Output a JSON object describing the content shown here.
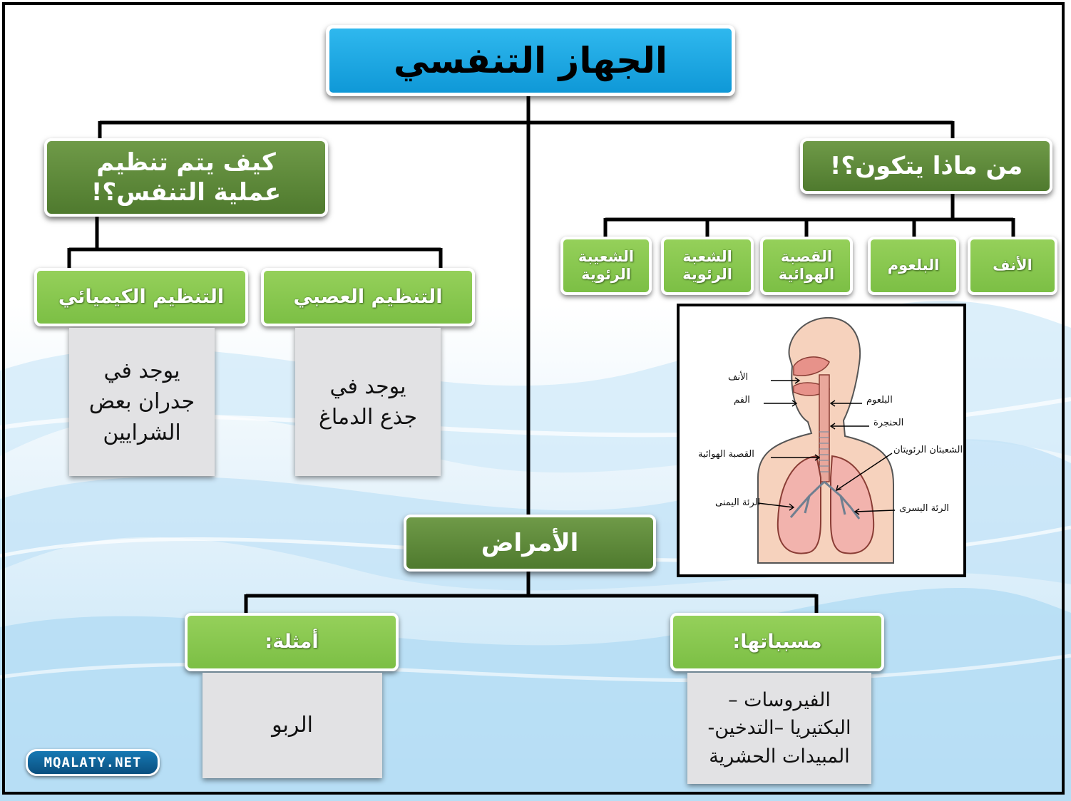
{
  "title": "الجهاز التنفسي",
  "composition": {
    "header": "من ماذا يتكون؟!",
    "parts": [
      "الأنف",
      "البلعوم",
      "القصبة الهوائية",
      "الشعبة الرئوية",
      "الشعيبة الرئوية"
    ]
  },
  "regulation": {
    "header": "كيف يتم تنظيم عملية التنفس؟!",
    "nervous": {
      "label": "التنظيم العصبي",
      "desc": "يوجد في جذع الدماغ"
    },
    "chemical": {
      "label": "التنظيم الكيميائي",
      "desc": "يوجد في جدران بعض الشرايين"
    }
  },
  "diseases": {
    "header": "الأمراض",
    "causes": {
      "label": "مسبباتها:",
      "desc": "الفيروسات – البكتيريا –التدخين- المبيدات الحشرية"
    },
    "examples": {
      "label": "أمثلة:",
      "desc": "الربو"
    }
  },
  "anatomy_labels": {
    "nose": "الأنف",
    "mouth": "الفم",
    "pharynx": "البلعوم",
    "larynx": "الحنجرة",
    "trachea": "القصبة الهوائية",
    "bronchi": "الشعبتان الرئويتان",
    "right_lung": "الرئة اليمنى",
    "left_lung": "الرئة اليسرى"
  },
  "watermark": "MQALATY.NET",
  "colors": {
    "title_blue": "#1aa7e4",
    "dark_green": "#5e8a3c",
    "light_green": "#8cc852",
    "gray_box": "#e2e2e4"
  }
}
